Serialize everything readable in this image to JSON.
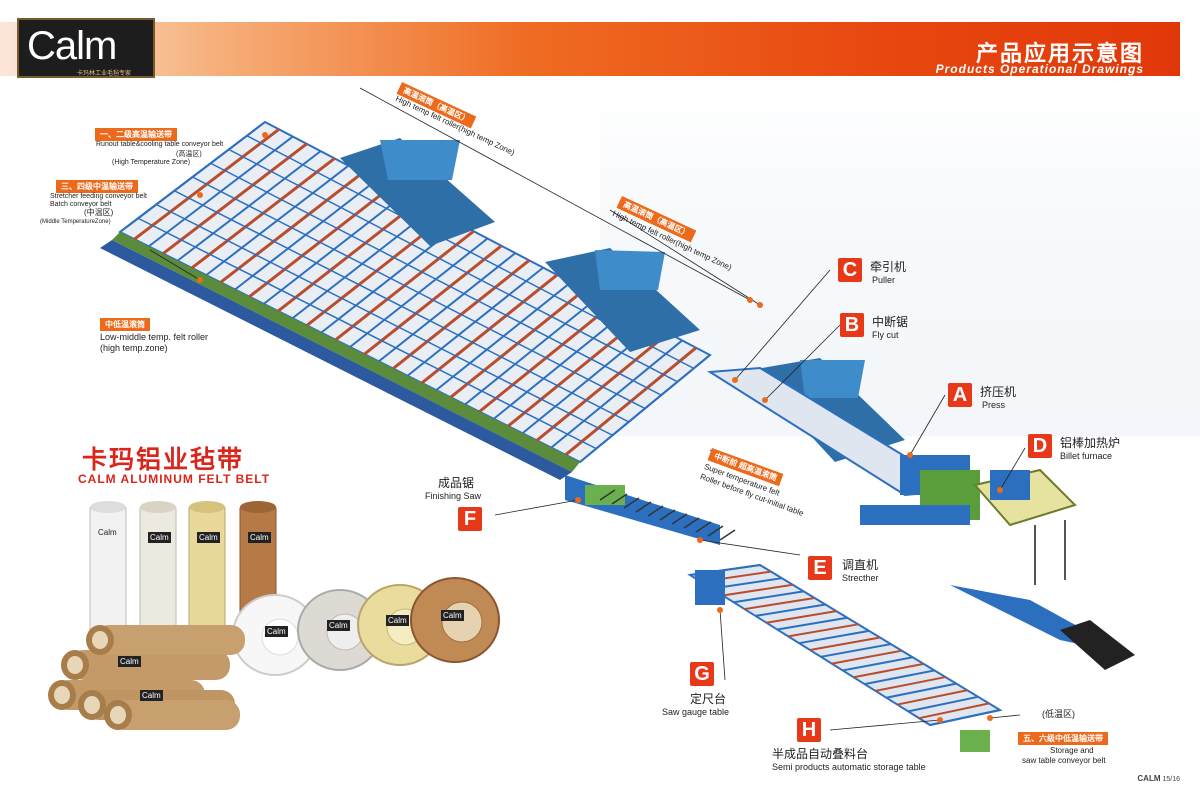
{
  "header": {
    "logo_text": "Calm",
    "logo_sub": "卡玛林工业毛毡专家",
    "title_cn": "产品应用示意图",
    "title_en": "Products Operational Drawings"
  },
  "zones": {
    "zone1_tag": "一、二级高温输送带",
    "zone1_en": "Runout table&cooling table conveyor belt",
    "zone1_cn": "(高温区)",
    "zone1_en2": "(High Temperature Zone)",
    "zone2_tag": "三、四级中温输送带",
    "zone2_en1": "Stretcher feeding conveyor belt",
    "zone2_en2": "Batch conveyor belt",
    "zone2_cn": "(中温区)",
    "zone2_en3": "(Middle TemperatureZone)",
    "roller1_tag": "高温滚筒（高温区）",
    "roller1_en": "High temp felt roller(high temp Zone)",
    "roller2_tag": "高温滚筒（高温区）",
    "roller2_en": "High temp felt roller(high temp Zone)",
    "low_tag": "中低温滚筒",
    "low_en1": "Low-middle temp. felt roller",
    "low_en2": "(high temp.zone)",
    "super_tag": "中断前 超高温滚筒",
    "super_en1": "Super temperature felt",
    "super_en2": "Roller before fly cut-initial table",
    "low_zone_cn": "(低温区)",
    "zone5_tag": "五、六级中低温输送带",
    "zone5_en1": "Storage and",
    "zone5_en2": "saw table conveyor belt"
  },
  "stations": [
    {
      "letter": "A",
      "cn": "挤压机",
      "en": "Press"
    },
    {
      "letter": "B",
      "cn": "中断锯",
      "en": "Fly cut"
    },
    {
      "letter": "C",
      "cn": "牵引机",
      "en": "Puller"
    },
    {
      "letter": "D",
      "cn": "铝棒加热炉",
      "en": "Billet furnace"
    },
    {
      "letter": "E",
      "cn": "调直机",
      "en": "Strecther"
    },
    {
      "letter": "F",
      "cn": "成品锯",
      "en": "Finishing Saw"
    },
    {
      "letter": "G",
      "cn": "定尺台",
      "en": "Saw gauge table"
    },
    {
      "letter": "H",
      "cn": "半成品自动叠料台",
      "en": "Semi products automatic storage table"
    }
  ],
  "belt": {
    "title_cn": "卡玛铝业毡带",
    "title_en": "CALM ALUMINUM FELT BELT",
    "brand": "Calm"
  },
  "footer": {
    "brand": "CALM",
    "page": "15/16"
  },
  "colors": {
    "accent": "#ec6a1c",
    "letter_bg": "#e8381a",
    "frame": "#2d6fbf",
    "rail": "#b94d2e",
    "hood": "#2f6fa8"
  }
}
